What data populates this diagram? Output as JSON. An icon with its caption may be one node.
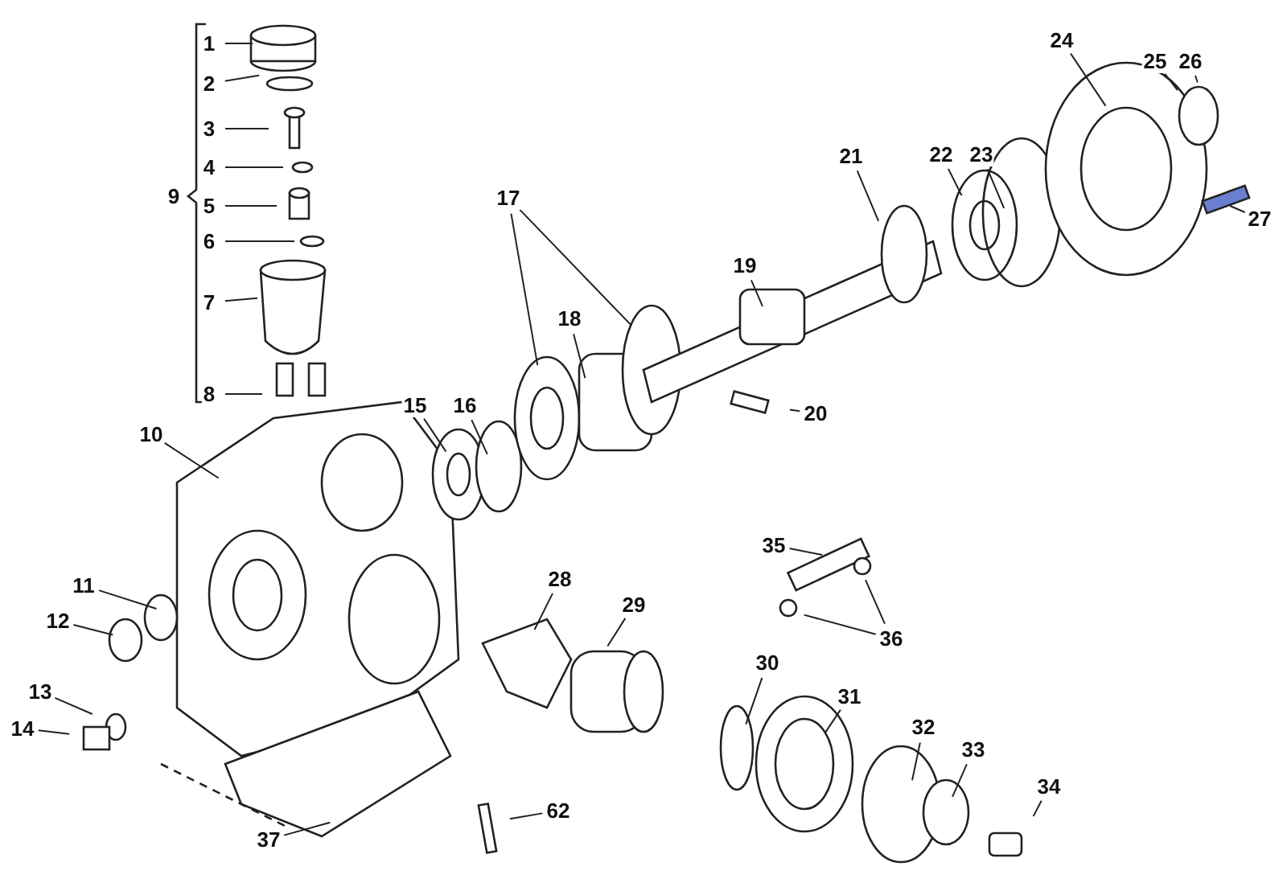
{
  "diagram": {
    "nodes": [
      {
        "text": [
          "1"
        ]
      },
      {
        "text": [
          "2"
        ]
      },
      {
        "text": [
          "3"
        ]
      },
      {
        "text": [
          "4"
        ]
      },
      {
        "text": [
          "5"
        ]
      },
      {
        "text": [
          "6"
        ]
      },
      {
        "text": [
          "7"
        ]
      },
      {
        "text": [
          "8"
        ]
      },
      {
        "text": [
          "9"
        ]
      },
      {
        "text": [
          "10"
        ]
      },
      {
        "text": [
          "11"
        ]
      },
      {
        "text": [
          "12"
        ]
      },
      {
        "text": [
          "13"
        ]
      },
      {
        "text": [
          "14"
        ]
      },
      {
        "text": [
          "15"
        ]
      },
      {
        "text": [
          "16"
        ]
      },
      {
        "text": [
          "17"
        ]
      },
      {
        "text": [
          "18"
        ]
      },
      {
        "text": [
          "19"
        ]
      },
      {
        "text": [
          "20"
        ]
      },
      {
        "text": [
          "21"
        ]
      },
      {
        "text": [
          "22"
        ]
      },
      {
        "text": [
          "23"
        ]
      },
      {
        "text": [
          "24"
        ]
      },
      {
        "text": [
          "25"
        ]
      },
      {
        "text": [
          "26"
        ]
      },
      {
        "text": [
          "27"
        ]
      },
      {
        "text": [
          "28"
        ]
      },
      {
        "text": [
          "29"
        ]
      },
      {
        "text": [
          "30"
        ]
      },
      {
        "text": [
          "31"
        ]
      },
      {
        "text": [
          "32"
        ]
      },
      {
        "text": [
          "33"
        ]
      },
      {
        "text": [
          "34"
        ]
      },
      {
        "text": [
          "35"
        ]
      },
      {
        "text": [
          "36"
        ]
      },
      {
        "text": [
          "37"
        ]
      },
      {
        "text": [
          "62"
        ]
      }
    ],
    "edges": [
      {
        "from": 0,
        "to": null,
        "arrow": "none"
      },
      {
        "from": 1,
        "to": null,
        "arrow": "none"
      },
      {
        "from": 2,
        "to": null,
        "arrow": "none"
      },
      {
        "from": 3,
        "to": null,
        "arrow": "none"
      },
      {
        "from": 4,
        "to": null,
        "arrow": "none"
      },
      {
        "from": 5,
        "to": null,
        "arrow": "none"
      },
      {
        "from": 6,
        "to": null,
        "arrow": "none"
      },
      {
        "from": 7,
        "to": null,
        "arrow": "none"
      },
      {
        "from": 9,
        "to": null,
        "arrow": "none"
      },
      {
        "from": 10,
        "to": null,
        "arrow": "none"
      },
      {
        "from": 11,
        "to": null,
        "arrow": "none"
      },
      {
        "from": 12,
        "to": null,
        "arrow": "none"
      },
      {
        "from": 13,
        "to": null,
        "arrow": "none"
      },
      {
        "from": 14,
        "to": null,
        "arrow": "none"
      },
      {
        "from": 15,
        "to": null,
        "arrow": "none"
      },
      {
        "from": 16,
        "to": null,
        "arrow": "none"
      },
      {
        "from": 16,
        "to": null,
        "arrow": "none"
      },
      {
        "from": 17,
        "to": null,
        "arrow": "none"
      },
      {
        "from": 18,
        "to": null,
        "arrow": "none"
      },
      {
        "from": 19,
        "to": null,
        "arrow": "none"
      },
      {
        "from": 20,
        "to": null,
        "arrow": "none"
      },
      {
        "from": 21,
        "to": null,
        "arrow": "none"
      },
      {
        "from": 22,
        "to": null,
        "arrow": "none"
      },
      {
        "from": 23,
        "to": null,
        "arrow": "none"
      },
      {
        "from": 24,
        "to": null,
        "arrow": "none"
      },
      {
        "from": 25,
        "to": null,
        "arrow": "none"
      },
      {
        "from": 26,
        "to": null,
        "arrow": "none"
      },
      {
        "from": 27,
        "to": null,
        "arrow": "none"
      },
      {
        "from": 28,
        "to": null,
        "arrow": "none"
      },
      {
        "from": 29,
        "to": null,
        "arrow": "none"
      },
      {
        "from": 30,
        "to": null,
        "arrow": "none"
      },
      {
        "from": 31,
        "to": null,
        "arrow": "none"
      },
      {
        "from": 32,
        "to": null,
        "arrow": "none"
      },
      {
        "from": 33,
        "to": null,
        "arrow": "none"
      },
      {
        "from": 34,
        "to": null,
        "arrow": "none"
      },
      {
        "from": 35,
        "to": null,
        "arrow": "none"
      },
      {
        "from": 35,
        "to": null,
        "arrow": "none"
      },
      {
        "from": 36,
        "to": null,
        "arrow": "none"
      },
      {
        "from": 37,
        "to": null,
        "arrow": "none"
      }
    ]
  }
}
